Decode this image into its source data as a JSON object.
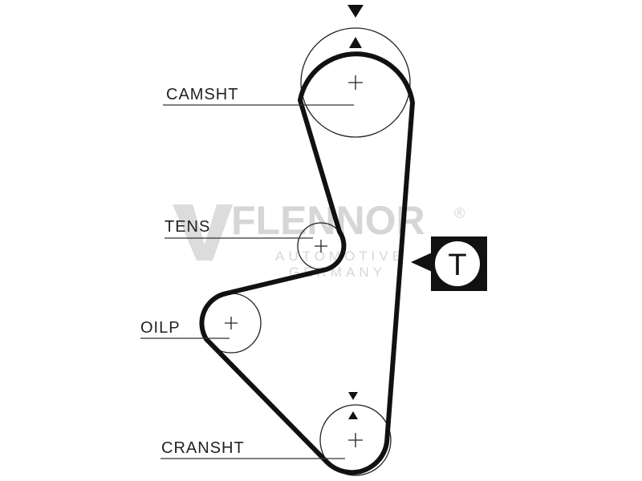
{
  "watermark": {
    "brand": "FLENNOR",
    "registered": "®",
    "line1": "AUTOMOTIVE",
    "line2": "GERMANY"
  },
  "labels": {
    "camshaft": "CAMSHT",
    "tensioner": "TENS",
    "oil_pump": "OILP",
    "crankshaft": "CRANSHT"
  },
  "badge": {
    "letter": "T"
  },
  "colors": {
    "ink": "#111111",
    "watermark": "#d6d6d6"
  }
}
